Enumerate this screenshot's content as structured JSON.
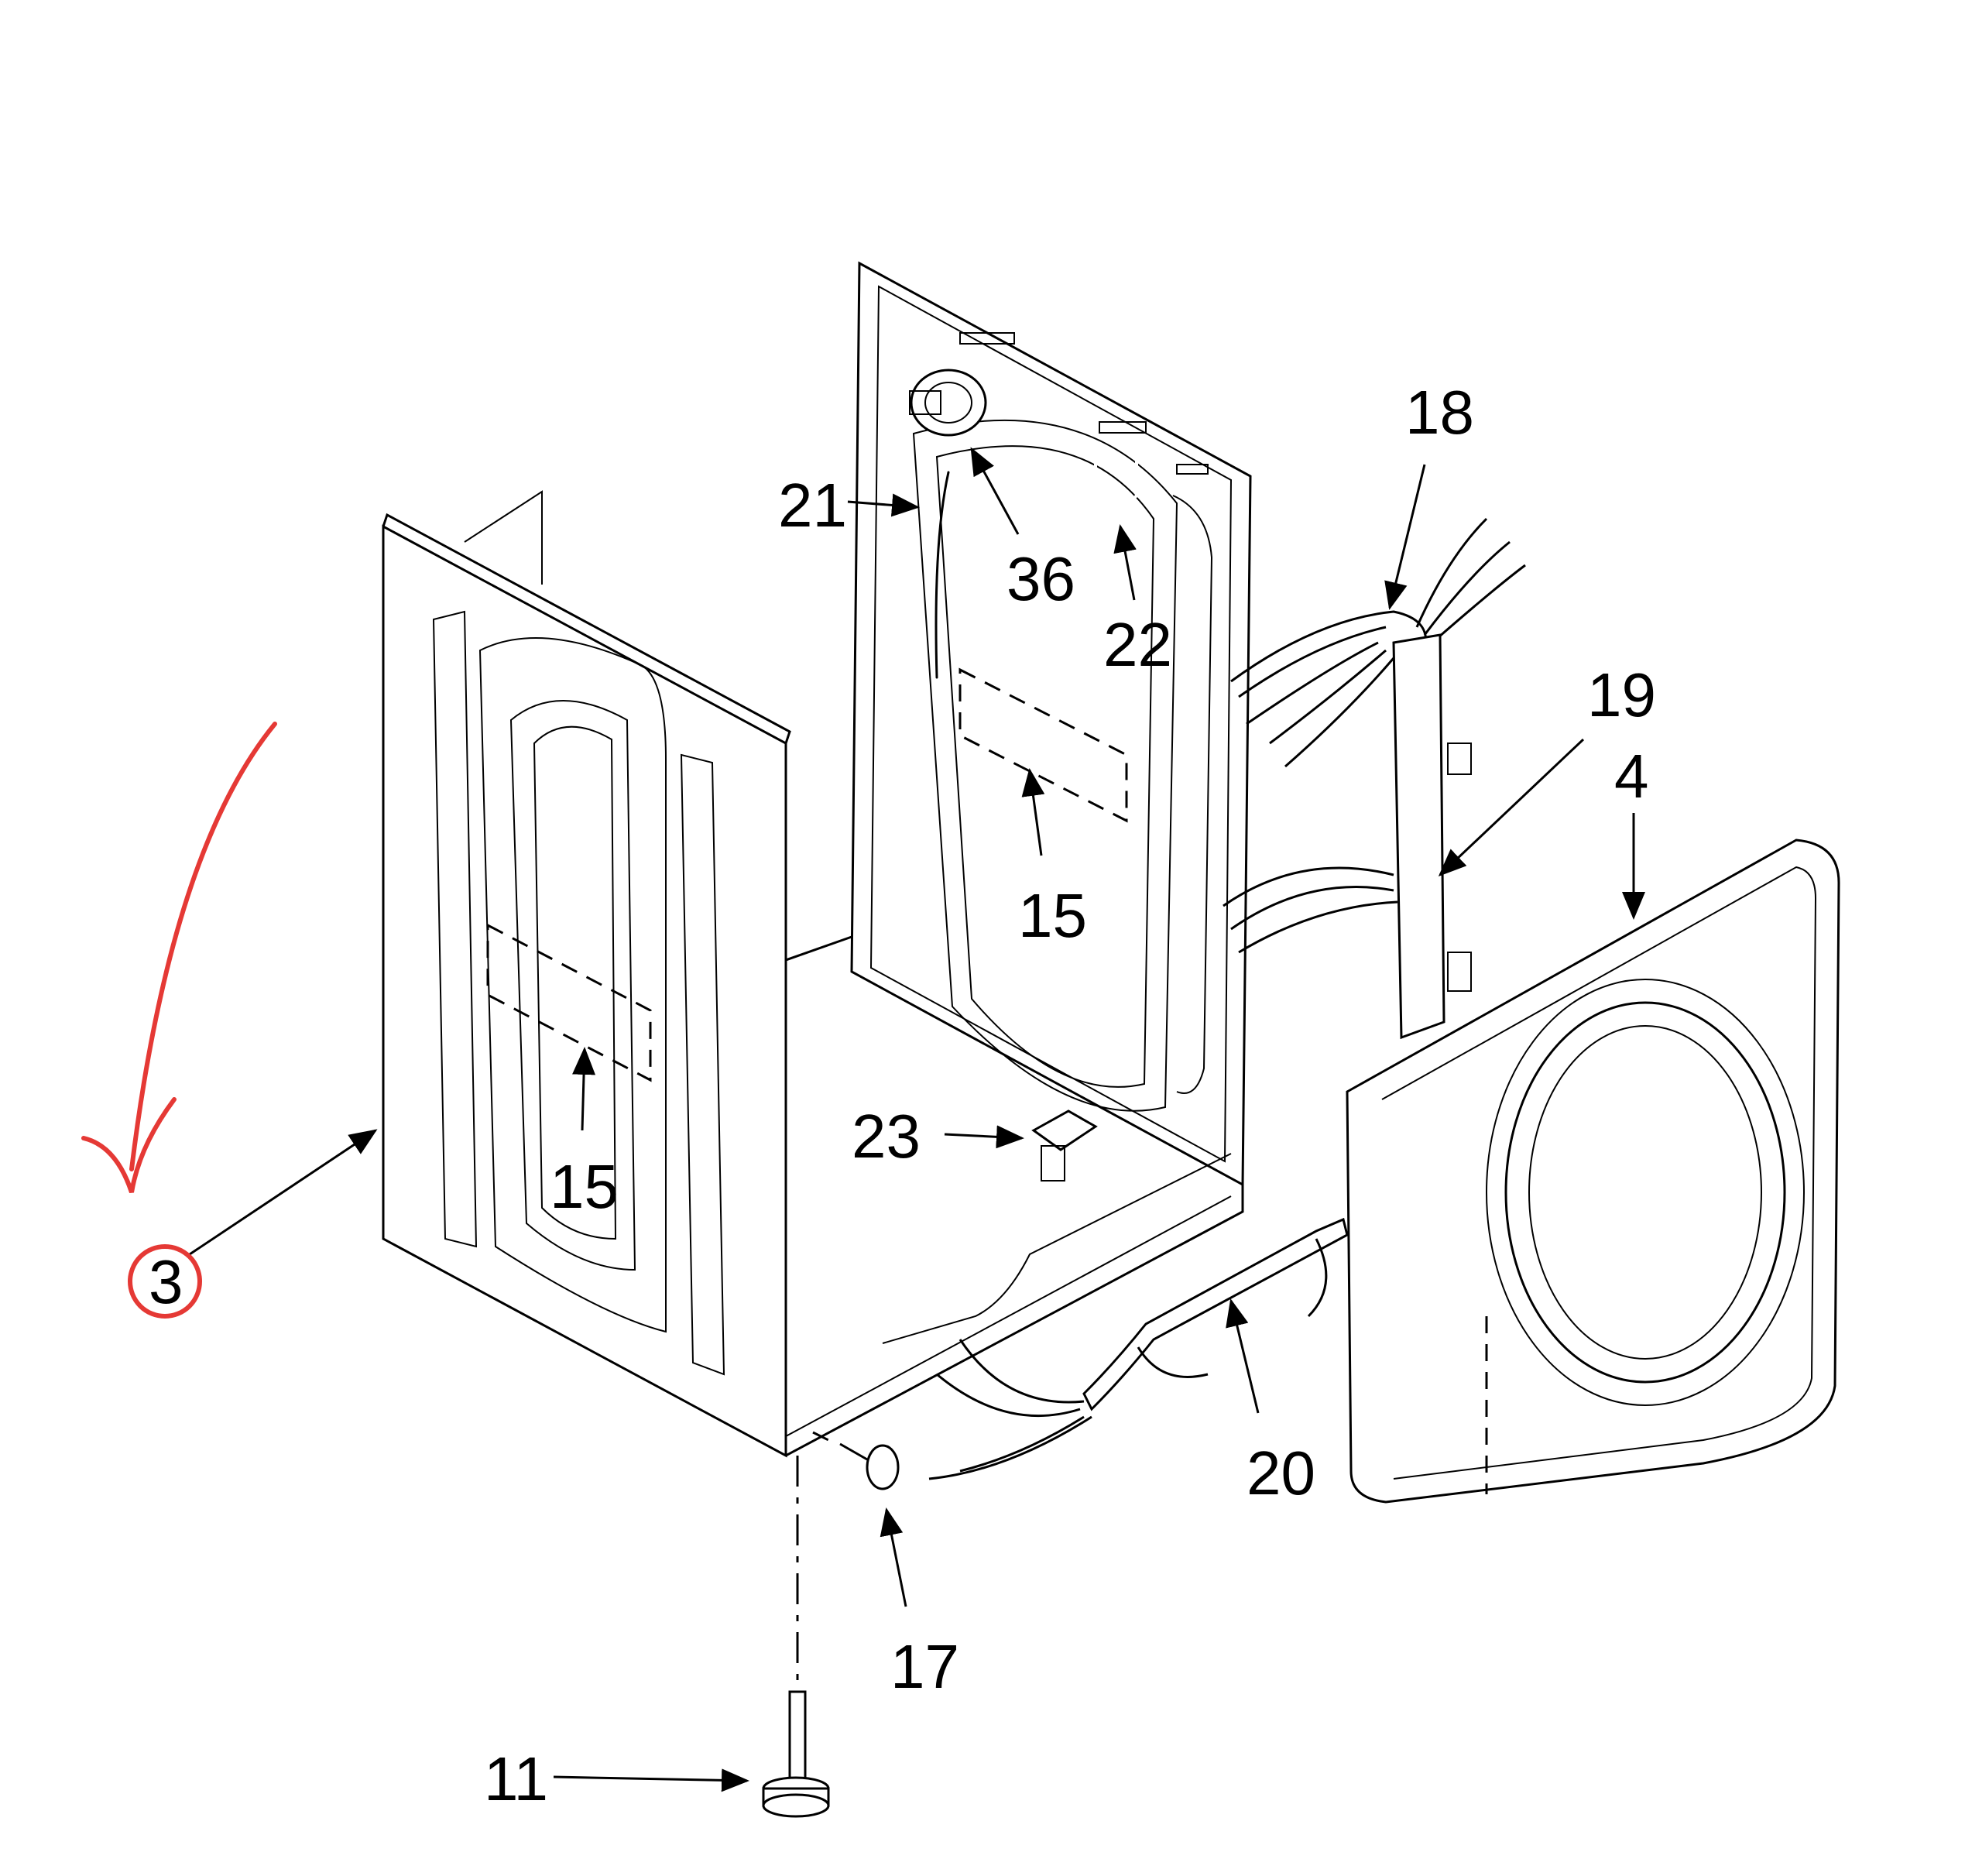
{
  "diagram": {
    "accent_color": "#e53935",
    "callouts": [
      {
        "id": "c18",
        "label": "18"
      },
      {
        "id": "c21",
        "label": "21"
      },
      {
        "id": "c36",
        "label": "36"
      },
      {
        "id": "c22",
        "label": "22"
      },
      {
        "id": "c19",
        "label": "19"
      },
      {
        "id": "c4",
        "label": "4"
      },
      {
        "id": "c15a",
        "label": "15"
      },
      {
        "id": "c15b",
        "label": "15"
      },
      {
        "id": "c23",
        "label": "23"
      },
      {
        "id": "c3",
        "label": "3"
      },
      {
        "id": "c20",
        "label": "20"
      },
      {
        "id": "c17",
        "label": "17"
      },
      {
        "id": "c11",
        "label": "11"
      }
    ]
  }
}
